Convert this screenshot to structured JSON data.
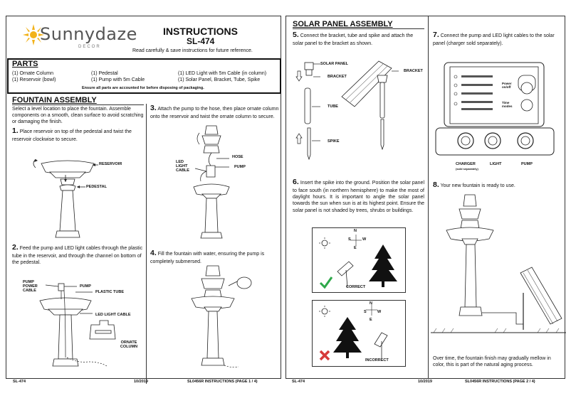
{
  "logo": {
    "brand": "Sunnydaze",
    "sub": "DECOR"
  },
  "header": {
    "title": "INSTRUCTIONS",
    "model": "SL-474",
    "tagline": "Read carefully & save instructions for future reference."
  },
  "parts": {
    "title": "PARTS",
    "col1": [
      "(1) Ornate Column",
      "(1) Reservoir (bowl)"
    ],
    "col2": [
      "(1) Pedestal",
      "(1) Pump with 5m Cable"
    ],
    "col3": [
      "(1) LED Light with 5m Cable (in column)",
      "(1) Solar Panel, Bracket, Tube, Spike"
    ],
    "note": "Ensure all parts are accounted for before disposing of packaging."
  },
  "fountain": {
    "title": "FOUNTAIN ASSEMBLY",
    "intro": "Select a level location to place the fountain. Assemble components on a smooth, clean surface to avoid scratching or damaging the finish.",
    "step1_num": "1.",
    "step1": "Place reservoir on top of the pedestal and twist the reservoir clockwise to secure.",
    "step1_labels": {
      "reservoir": "RESERVOIR",
      "pedestal": "PEDESTAL"
    },
    "step2_num": "2.",
    "step2": "Feed the pump and LED light cables through the plastic tube in the reservoir, and through the channel on bottom of the pedestal.",
    "step2_labels": {
      "pump_cable": "PUMP POWER CABLE",
      "pump": "PUMP",
      "tube": "PLASTIC TUBE",
      "led": "LED LIGHT CABLE",
      "column": "ORNATE COLUMN"
    },
    "step3_num": "3.",
    "step3": "Attach the pump to the hose, then place ornate column onto the reservoir and twist the ornate column to secure.",
    "step3_labels": {
      "hose": "HOSE",
      "pump": "PUMP",
      "led": "LED LIGHT CABLE"
    },
    "step4_num": "4.",
    "step4": "Fill the fountain with water, ensuring the pump is completely submersed."
  },
  "solar": {
    "title": "SOLAR PANEL ASSEMBLY",
    "step5_num": "5.",
    "step5": "Connect the bracket, tube and spike and attach the solar panel to the bracket as shown.",
    "step5_labels": {
      "panel": "SOLAR PANEL",
      "bracket": "BRACKET",
      "bracket2": "BRACKET",
      "tube": "TUBE",
      "spike": "SPIKE"
    },
    "step6_num": "6.",
    "step6": "Insert the spike into the ground. Position the solar panel to face south (in northern hemisphere) to make the most of daylight hours. It is important to angle the solar panel towards the sun when sun is at its highest point. Ensure the solar panel is not shaded by trees, shrubs or buildings.",
    "correct": "CORRECT",
    "incorrect": "INCORRECT",
    "compass": {
      "n": "N",
      "s": "S",
      "e": "E",
      "w": "W"
    },
    "step7_num": "7.",
    "step7": "Connect the pump and LED light cables to the solar panel (charger sold separately).",
    "step7_labels": {
      "charger": "CHARGER",
      "charger_note": "(sold separately)",
      "light": "LIGHT",
      "pump": "PUMP",
      "power": "Power on/off",
      "time": "Time modes"
    },
    "step8_num": "8.",
    "step8": "Your new fountain is ready to use.",
    "aging": "Over time, the fountain finish may gradually mellow in color, this is part of the natural aging process."
  },
  "footer": {
    "left_model": "SL-474",
    "left_date": "10/2019",
    "left_page": "SL0456R INSTRUCTIONS (PAGE 1 / 4)",
    "right_model": "SL-474",
    "right_date": "10/2019",
    "right_page": "SL0456R INSTRUCTIONS (PAGE 2 / 4)"
  },
  "colors": {
    "check": "#2ea84a",
    "cross": "#d63a3a",
    "sun": "#f2b21a",
    "dark": "#111111"
  }
}
